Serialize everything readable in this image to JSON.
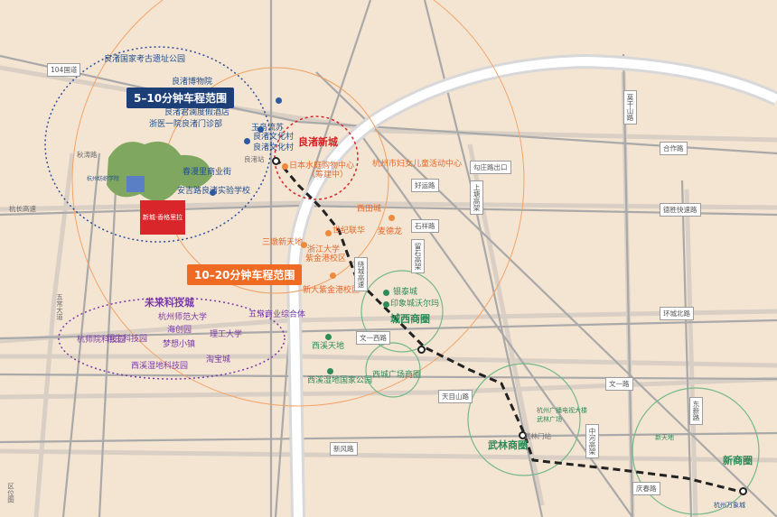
{
  "banners": {
    "range_5_10": "5–10分钟车程范围",
    "range_10_20": "10–20分钟车程范围"
  },
  "project": {
    "line1": "新城·香格里拉"
  },
  "districts": {
    "liangzhu_new": "良渚新城",
    "future_sci": "未来科技城",
    "chengxi": "城西商圈",
    "wulin": "武林商圈",
    "xixi_square": "西城广场商圈",
    "east": "新商圈"
  },
  "blue_pois": [
    "良渚国家考古遗址公园",
    "良渚博物院",
    "良渚君澜度假酒店",
    "浙医一院良渚门诊部",
    "玉鸟流苏",
    "良渚文化村",
    "良渚文化村",
    "春漫里商业街",
    "安吉路良渚实验学校",
    "杭州纺织学院"
  ],
  "orange_pois": [
    "日本水庭购物中心",
    "（筹建中）",
    "杭州市妇女儿童活动中心",
    "西田城",
    "世纪联华",
    "麦德龙",
    "三墩新天地",
    "浙江大学",
    "紫金港校区",
    "新大紫金港校区"
  ],
  "green_pois": [
    "银泰城",
    "印象城沃尔玛",
    "西溪天地",
    "西溪湿地国家公园"
  ],
  "purple_pois": [
    "杭州师范大学",
    "恒生科技园",
    "海创园",
    "理工大学",
    "杭师院科技园",
    "梦想小镇",
    "西溪湿地科技园",
    "淘宝城",
    "五常商业综合体"
  ],
  "wulin_pois": [
    "杭州广播电视大楼",
    "武林广场"
  ],
  "east_pois": [
    "新天地",
    "杭州万象城"
  ],
  "roads": {
    "r104": "104国道",
    "wenyi_west": "文一西路",
    "tianmushan": "天目山路",
    "gaoxin": "留石高架",
    "jiangshu": "绕城高速",
    "hangchang": "杭长高速",
    "hezuo": "合作路",
    "shixiang": "石祥路",
    "jiaogong": "勾庄路出口",
    "haoyun": "好运路",
    "dong": "德胜快速路",
    "wen_east": "文一路",
    "qingtai": "庆春路",
    "zhongshan": "中河高架",
    "shangtang": "上塘高架",
    "xinfeng": "新风路",
    "qiutao": "秋涛路",
    "bottom_left": "五常大道",
    "hongyuan": "环城北路",
    "laotong": "莫干山路",
    "dongxin": "东新路",
    "quzhou": "区位图"
  },
  "metro": {
    "station1": "良渚站",
    "station2": "武林门站"
  }
}
